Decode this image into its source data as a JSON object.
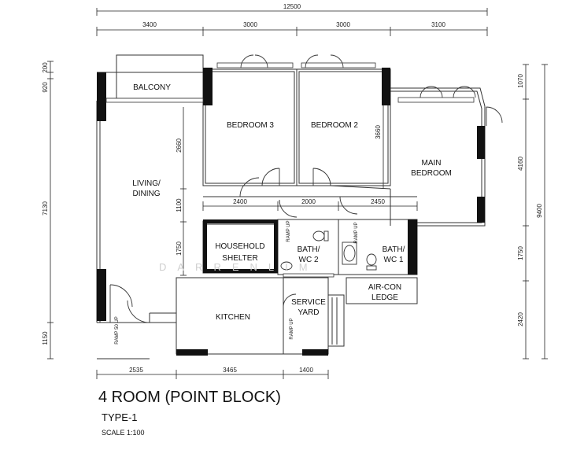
{
  "overall": {
    "width": "12500",
    "depth": "9400"
  },
  "top_dims": [
    "3400",
    "3000",
    "3000",
    "3100"
  ],
  "left_dims": [
    "920",
    "200",
    "7130",
    "1150"
  ],
  "right_dims": [
    "1070",
    "4160",
    "1750",
    "2420"
  ],
  "bottom_dims": [
    "2535",
    "3465",
    "1400"
  ],
  "inner_dims": {
    "bedroom3_height": "2660",
    "corridor": "1100",
    "bedroom2_depth": "3660",
    "shelter_height": "1750",
    "shelter_width": "2400",
    "bath2_width": "2000",
    "bath1_width": "2450"
  },
  "rooms": {
    "balcony": "BALCONY",
    "bedroom3": "BEDROOM 3",
    "bedroom2": "BEDROOM 2",
    "main_bedroom_1": "MAIN",
    "main_bedroom_2": "BEDROOM",
    "living_1": "LIVING/",
    "living_2": "DINING",
    "shelter_1": "HOUSEHOLD",
    "shelter_2": "SHELTER",
    "bath2_1": "BATH/",
    "bath2_2": "WC 2",
    "bath1_1": "BATH/",
    "bath1_2": "WC 1",
    "aircon_1": "AIR-CON",
    "aircon_2": "LEDGE",
    "service_1": "SERVICE",
    "service_2": "YARD",
    "kitchen": "KITCHEN"
  },
  "ramps": {
    "entry": "RAMP 50 UP",
    "bath2": "RAMP UP",
    "bath1": "RAMP UP",
    "yard": "RAMP UP"
  },
  "watermark": "DARRENLIM",
  "title": "4 ROOM (POINT BLOCK)",
  "subtitle": "TYPE-1",
  "scale": "SCALE 1:100"
}
